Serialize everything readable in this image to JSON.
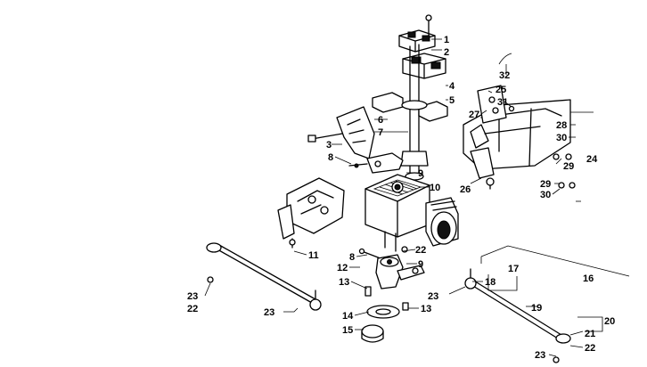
{
  "callouts": {
    "c1": "1",
    "c2": "2",
    "c3": "3",
    "c4": "4",
    "c5": "5",
    "c6": "6",
    "c7": "7",
    "c8a": "8",
    "c8b": "8",
    "c9a": "9",
    "c9b": "9",
    "c10": "10",
    "c11": "11",
    "c12": "12",
    "c13a": "13",
    "c13b": "13",
    "c14": "14",
    "c15": "15",
    "c16": "16",
    "c17": "17",
    "c18": "18",
    "c19": "19",
    "c20": "20",
    "c21": "21",
    "c22a": "22",
    "c22b": "22",
    "c22c": "22",
    "c23a": "23",
    "c23b": "23",
    "c23c": "23",
    "c23d": "23",
    "c24": "24",
    "c25": "25",
    "c26": "26",
    "c27": "27",
    "c28": "28",
    "c29a": "29",
    "c29b": "29",
    "c30a": "30",
    "c30b": "30",
    "c31": "31",
    "c32": "32"
  }
}
